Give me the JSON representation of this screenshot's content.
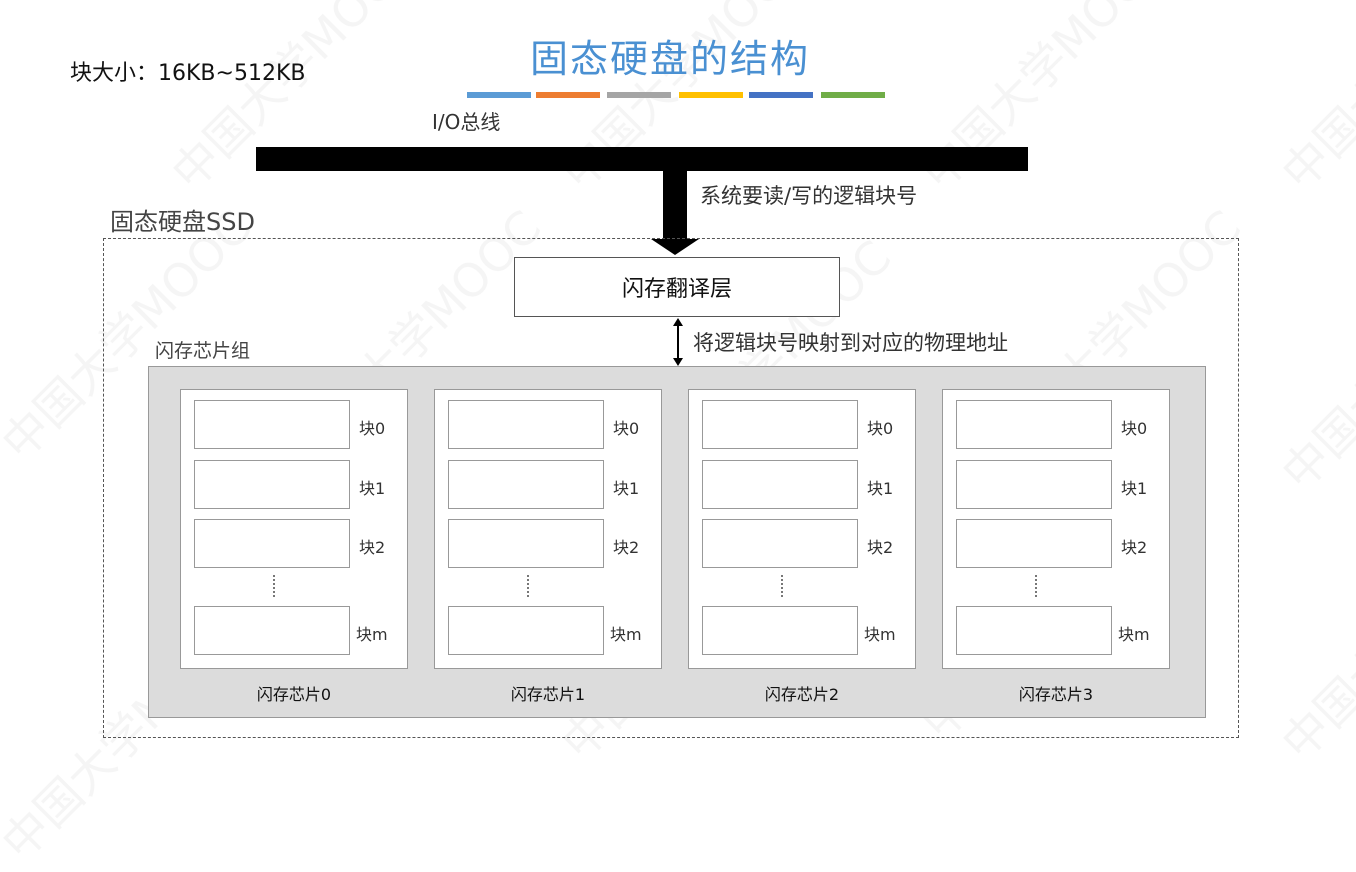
{
  "title": "固态硬盘的结构",
  "block_size": "块大小：16KB~512KB",
  "color_strip": [
    "#5b9bd5",
    "#ed7d31",
    "#a5a5a5",
    "#ffc000",
    "#4472c4",
    "#70ad47"
  ],
  "io_bus_label": "I/O总线",
  "bus_note": "系统要读/写的逻辑块号",
  "ssd_label": "固态硬盘SSD",
  "ftl_label": "闪存翻译层",
  "ftl_note": "将逻辑块号映射到对应的物理地址",
  "chip_group_label": "闪存芯片组",
  "chips": [
    {
      "label": "闪存芯片0",
      "blocks": [
        "块0",
        "块1",
        "块2",
        "块m"
      ]
    },
    {
      "label": "闪存芯片1",
      "blocks": [
        "块0",
        "块1",
        "块2",
        "块m"
      ]
    },
    {
      "label": "闪存芯片2",
      "blocks": [
        "块0",
        "块1",
        "块2",
        "块m"
      ]
    },
    {
      "label": "闪存芯片3",
      "blocks": [
        "块0",
        "块1",
        "块2",
        "块m"
      ]
    }
  ],
  "watermark_text": "中国大学MOOC"
}
